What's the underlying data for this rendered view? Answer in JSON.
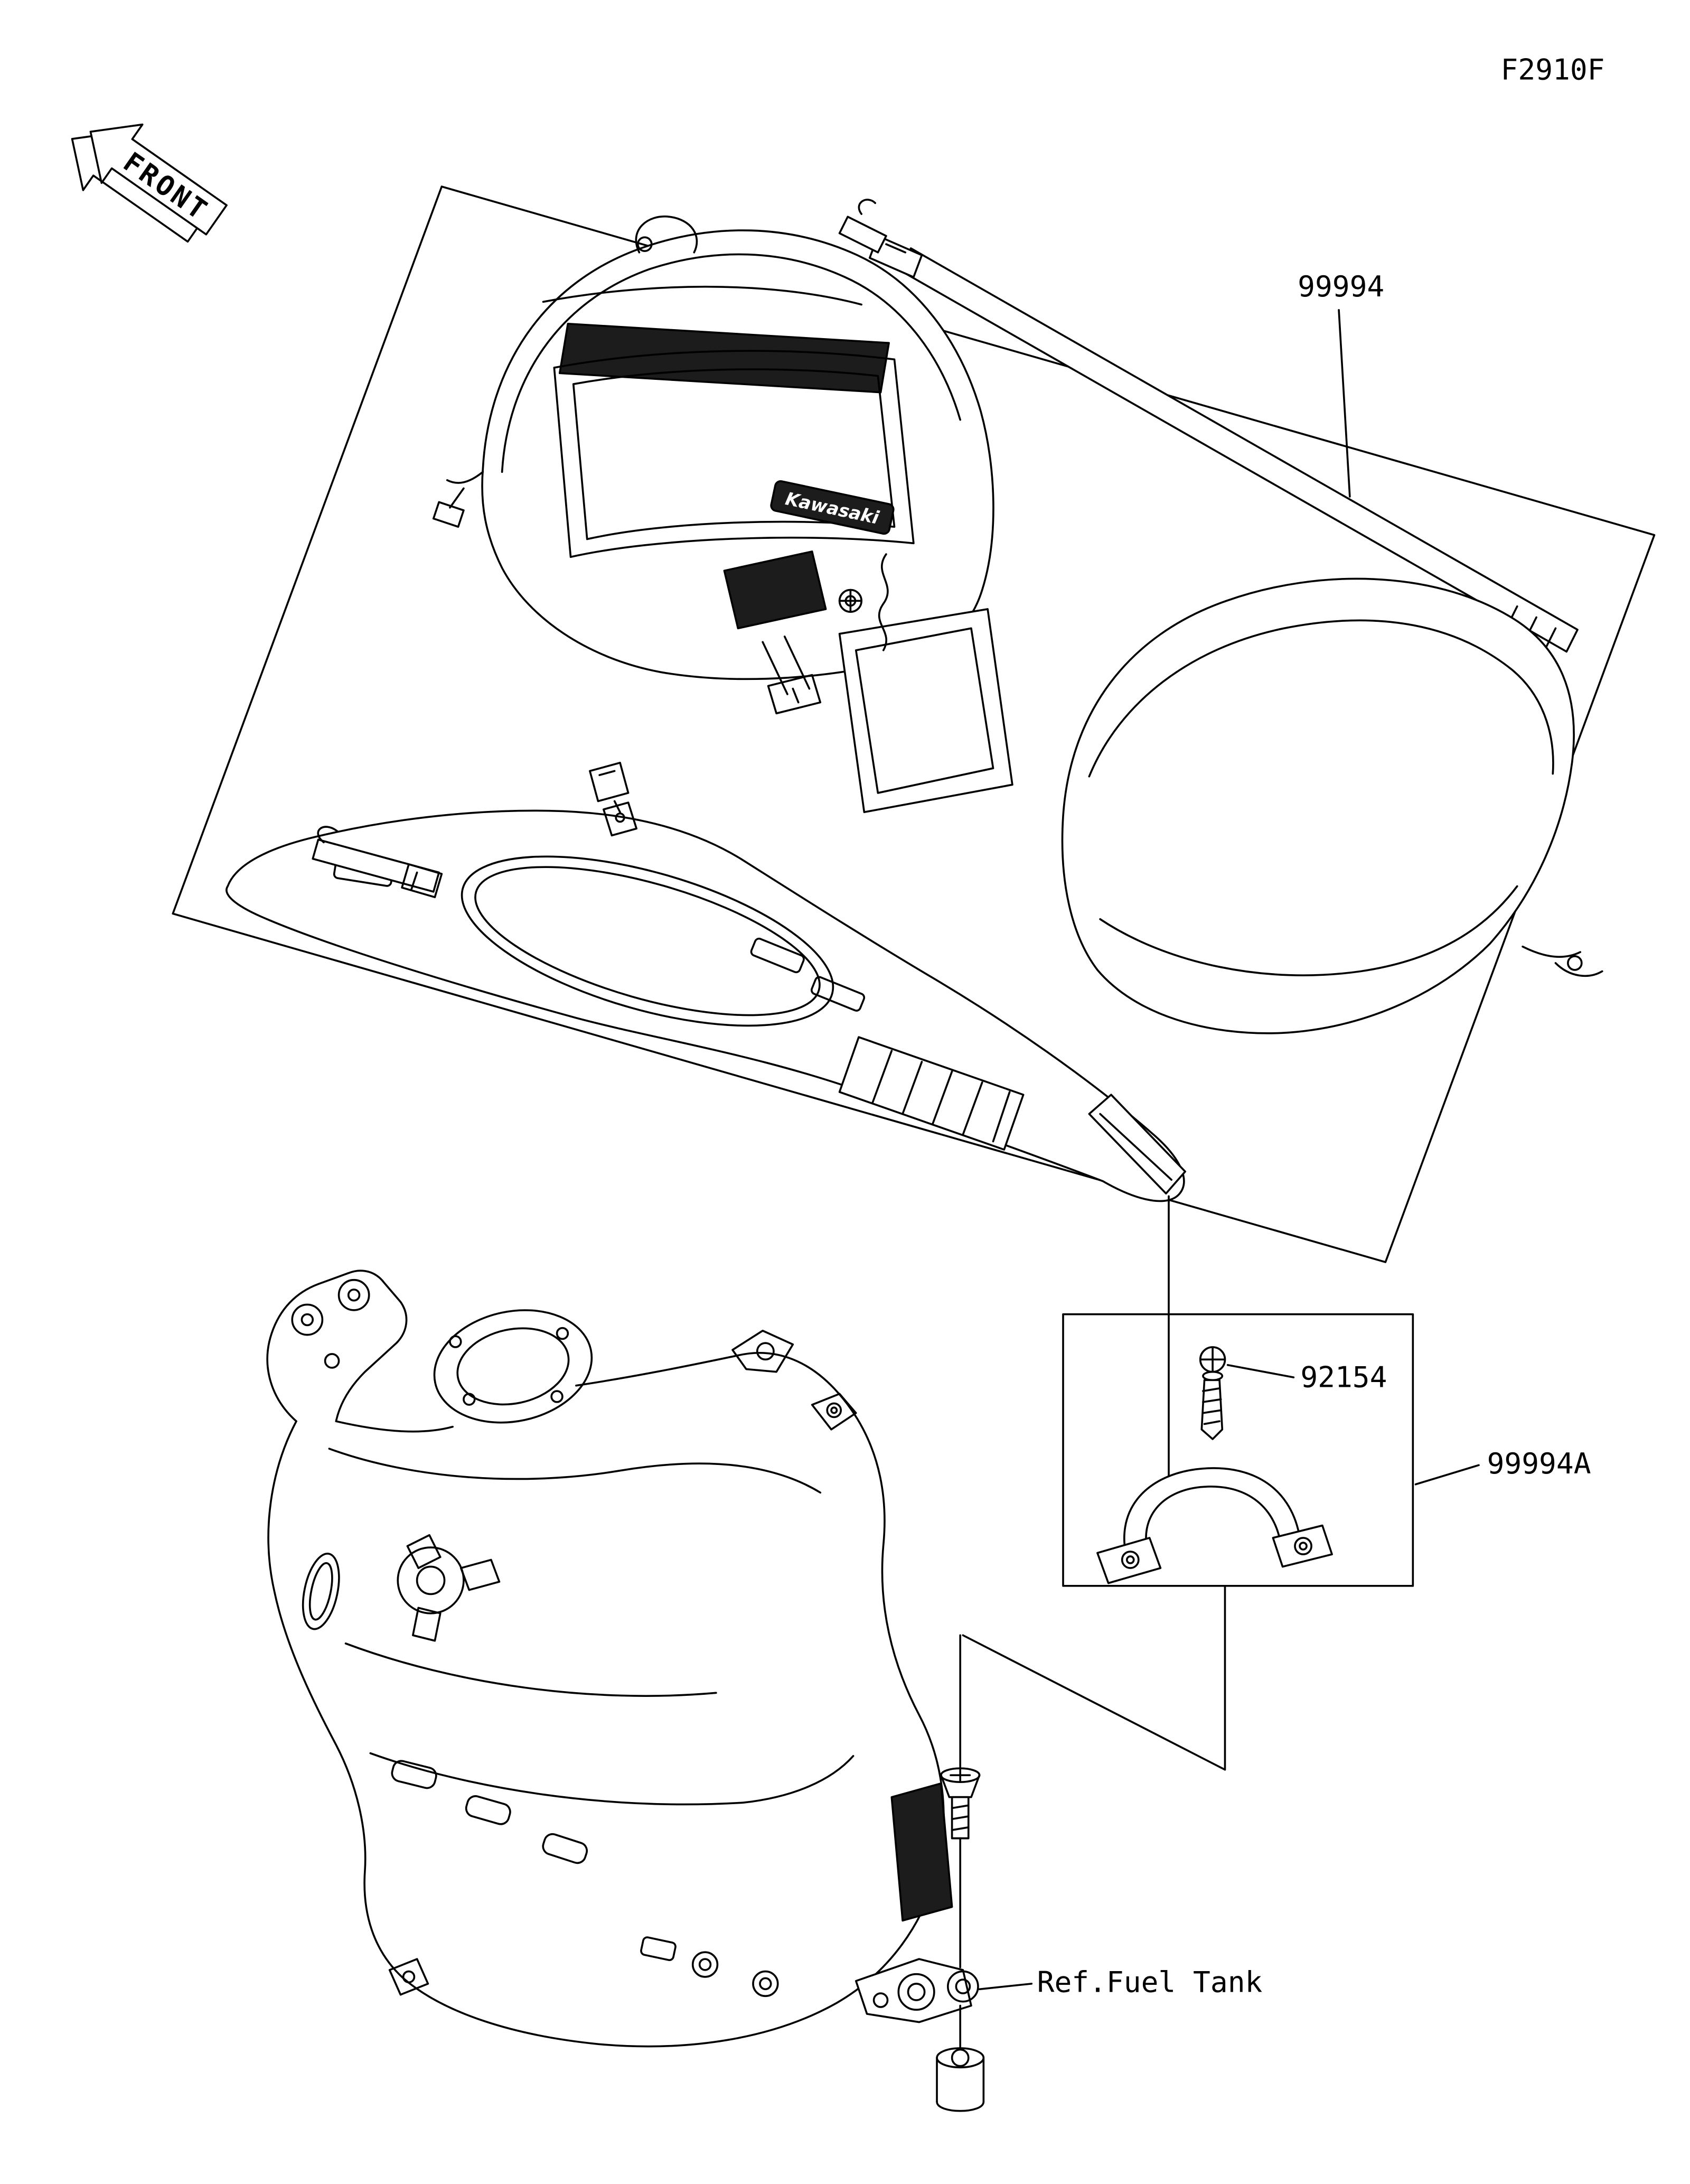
{
  "diagram": {
    "code": "F2910F",
    "front_label": "FRONT",
    "brand_logo": "Kawasaki",
    "ref_label": "Ref.Fuel Tank",
    "part_numbers": [
      "99994",
      "92154",
      "99994A"
    ]
  },
  "colors": {
    "line": "#000000",
    "background": "#ffffff",
    "dark_fill": "#1c1c1c"
  }
}
